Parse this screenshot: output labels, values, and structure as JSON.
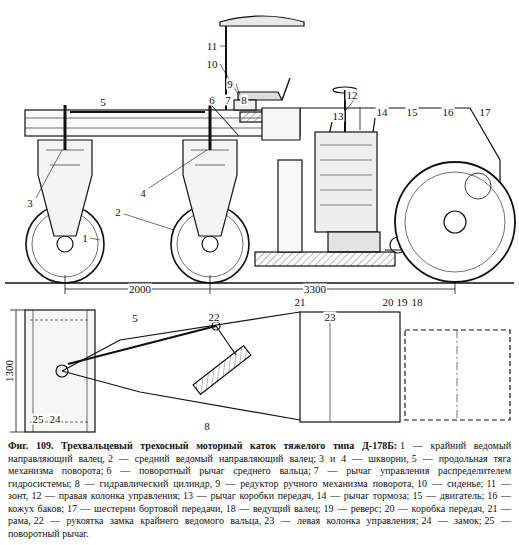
{
  "diagram": {
    "caption": "Фиг. 109. Трехвальцевый трехосный моторный каток тяжелого типа Д-178Б:",
    "labels": [
      "11",
      "10",
      "9",
      "5",
      "6",
      "7",
      "8",
      "12",
      "13",
      "14",
      "15",
      "16",
      "17",
      "3",
      "2",
      "4",
      "1",
      "2000",
      "3300",
      "21",
      "20",
      "19",
      "18",
      "5",
      "22",
      "23",
      "1300",
      "8",
      "25",
      "24",
      "1 — крайний ведомый направляющий валец,",
      "2 — средний ведомый направляющий валец;",
      "3 и 4 — шкворни,",
      "5 — продольная тяга механизма поворота;",
      "6 — поворотный рычаг среднего вальца;",
      "7 — рычаг управления распределителем гидросистемы;",
      "8 — гидравлический цилиндр,",
      "9 — редуктор ручного механизма поворота,",
      "10 — сиденье;",
      "11 — зонт,",
      "12 — правая колонка управления;",
      "13 — рычаг коробки передач,",
      "14 — рычаг тормоза;",
      "15 — двигатель;",
      "16 — кожух баков;",
      "17 — шестерни бортовой передачи,",
      "18 — ведущий валец;",
      "19 — реверс;",
      "20 — коробка передач,",
      "21 — рама,",
      "22 — рукоятка замка крайнего ведомого вальца,",
      "23 — левая колонка управления;",
      "24 — замок;",
      "25 — поворотный рычаг."
    ]
  }
}
